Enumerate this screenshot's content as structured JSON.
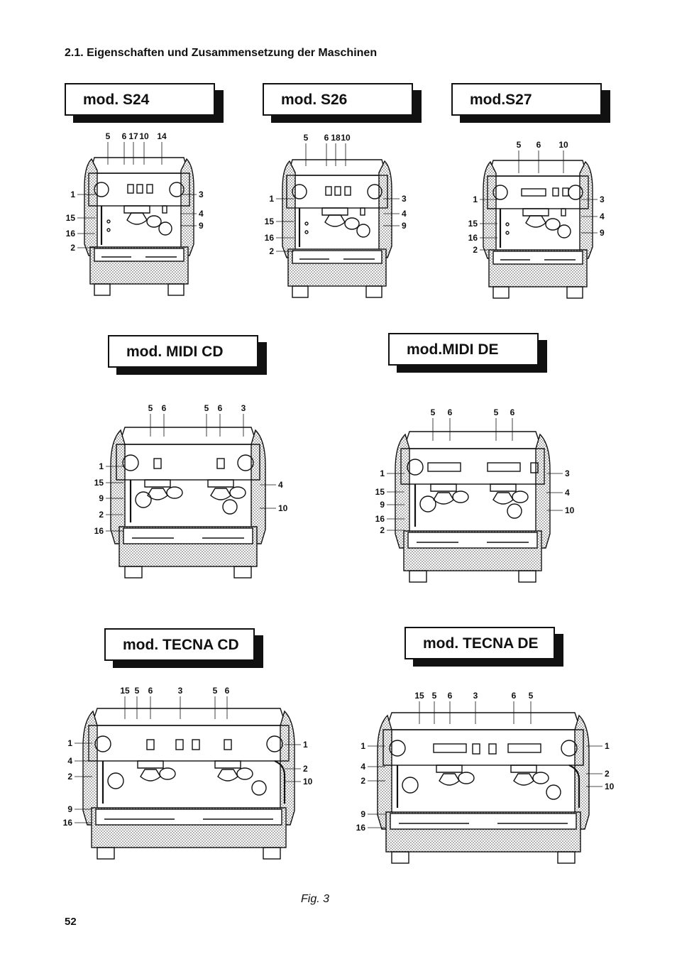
{
  "heading": "2.1. Eigenschaften und Zusammensetzung der Maschinen",
  "figure_caption": "Fig. 3",
  "page_number": "52",
  "models": [
    {
      "id": "s24",
      "label": "mod. S24"
    },
    {
      "id": "s26",
      "label": "mod. S26"
    },
    {
      "id": "s27",
      "label": "mod.S27"
    },
    {
      "id": "midi_cd",
      "label": "mod. MIDI CD"
    },
    {
      "id": "midi_de",
      "label": "mod.MIDI DE"
    },
    {
      "id": "tecna_cd",
      "label": "mod. TECNA CD"
    },
    {
      "id": "tecna_de",
      "label": "mod. TECNA DE"
    }
  ],
  "callouts": {
    "s24": {
      "top": [
        "5",
        "6",
        "17",
        "10",
        "14"
      ],
      "left": [
        "1",
        "15",
        "16",
        "2"
      ],
      "right": [
        "3",
        "4",
        "9"
      ]
    },
    "s26": {
      "top": [
        "5",
        "6",
        "18",
        "10"
      ],
      "left": [
        "1",
        "15",
        "16",
        "2"
      ],
      "right": [
        "3",
        "4",
        "9"
      ]
    },
    "s27": {
      "top": [
        "5",
        "6",
        "10"
      ],
      "left": [
        "1",
        "15",
        "16",
        "2"
      ],
      "right": [
        "3",
        "4",
        "9"
      ]
    },
    "midi_cd": {
      "top": [
        "5",
        "6",
        "5",
        "6",
        "3"
      ],
      "left": [
        "1",
        "15",
        "9",
        "2",
        "16"
      ],
      "right": [
        "4",
        "10"
      ]
    },
    "midi_de": {
      "top": [
        "5",
        "6",
        "5",
        "6"
      ],
      "left": [
        "1",
        "15",
        "9",
        "16",
        "2"
      ],
      "right": [
        "3",
        "4",
        "10"
      ]
    },
    "tecna_cd": {
      "top": [
        "15",
        "5",
        "6",
        "3",
        "5",
        "6"
      ],
      "left": [
        "1",
        "4",
        "2",
        "9",
        "16"
      ],
      "right": [
        "1",
        "2",
        "10"
      ]
    },
    "tecna_de": {
      "top": [
        "15",
        "5",
        "6",
        "3",
        "6",
        "5"
      ],
      "left": [
        "1",
        "4",
        "2",
        "9",
        "16"
      ],
      "right": [
        "1",
        "2",
        "10"
      ]
    }
  }
}
